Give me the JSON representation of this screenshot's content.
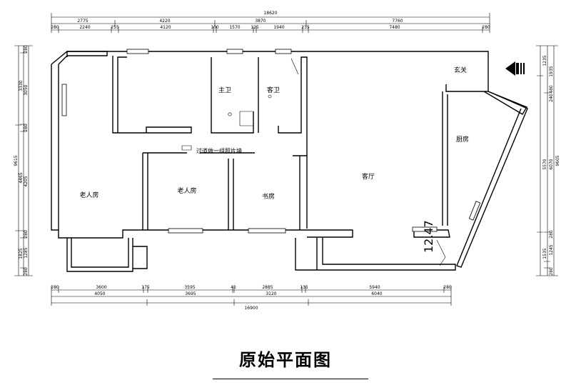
{
  "title": "原始平面图",
  "rooms": {
    "master_bath": "主卫",
    "guest_bath": "客卫",
    "foyer": "玄关",
    "kitchen": "厨房",
    "living_room": "客厅",
    "elder_room_left": "老人房",
    "elder_room_mid": "老人房",
    "study": "书房",
    "corridor_note": "过道做一组照片墙"
  },
  "dims_top": {
    "overall": "18620",
    "row1": [
      "2775",
      "4220",
      "3870",
      "7760"
    ],
    "row2": [
      "280",
      "2240",
      "255",
      "4120",
      "100",
      "1570",
      "125",
      "1940",
      "235",
      "7480",
      "280"
    ]
  },
  "dims_bottom": {
    "overall": "16900",
    "row1": [
      "280",
      "3600",
      "175",
      "3595",
      "45",
      "2885",
      "135",
      "5940",
      "280"
    ],
    "row2": [
      "4050",
      "3695",
      "3120",
      "6040"
    ]
  },
  "dims_left": {
    "overall": "9615",
    "row1": [
      "3330",
      "4465",
      "1825"
    ],
    "row2": [
      "280",
      "3050",
      "280",
      "4205",
      "280",
      "1285",
      "280"
    ]
  },
  "dims_right": {
    "overall": "9605",
    "row1": [
      "1235",
      "5570",
      "1535"
    ],
    "row2": [
      "1935",
      "6070",
      "1245",
      "280",
      "480",
      "240",
      "280"
    ]
  },
  "window_note": "12.47"
}
